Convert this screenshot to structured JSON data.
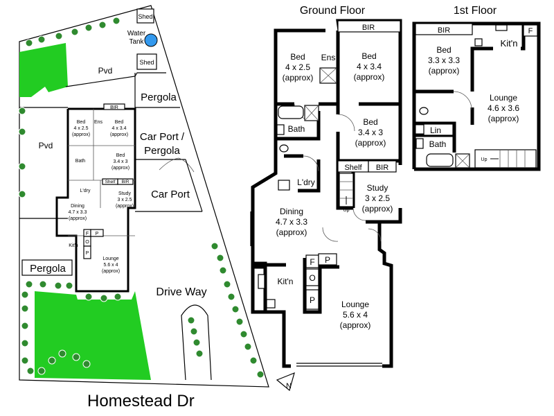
{
  "colors": {
    "lawn": "#22cc22",
    "tank": "#3399ee",
    "shrub": "#2f8a2f",
    "wall": "#000000"
  },
  "headings": {
    "ground_floor": "Ground Floor",
    "first_floor": "1st Floor"
  },
  "site": {
    "street": "Homestead Dr",
    "shed_top": "Shed",
    "shed_mid": "Shed",
    "water_tank_1": "Water",
    "water_tank_2": "Tank",
    "pvd_top": "Pvd",
    "pvd_left": "Pvd",
    "pergola_top": "Pergola",
    "carport_pergola_1": "Car Port /",
    "carport_pergola_2": "Pergola",
    "carport": "Car Port",
    "drive_way": "Drive Way",
    "pergola_bottom": "Pergola",
    "mini": {
      "bed1": [
        "Bed",
        "4 x 2.5",
        "(approx)"
      ],
      "ens": "Ens",
      "bed2": [
        "Bed",
        "4 x 3.4",
        "(approx)"
      ],
      "bir": "BIR",
      "bath": "Bath",
      "bed3": [
        "Bed",
        "3.4 x 3",
        "(approx)"
      ],
      "ldry": "L'dry",
      "shelf": "Shelf",
      "bir2": "BIR",
      "study": [
        "Study",
        "3 x 2.5",
        "(approx)"
      ],
      "dining": [
        "Dining",
        "4.7 x 3.3",
        "(approx)"
      ],
      "kitn": "Kit'n",
      "lounge": [
        "Lounge",
        "5.6 x 4",
        "(approx)"
      ],
      "f": "F",
      "o": "O",
      "p": "P",
      "p2": "P"
    }
  },
  "ground": {
    "bed1": [
      "Bed",
      "4 x 2.5",
      "(approx)"
    ],
    "ens": "Ens",
    "bed2": [
      "Bed",
      "4 x 3.4",
      "(approx)"
    ],
    "bir": "BIR",
    "bath": "Bath",
    "bed3": [
      "Bed",
      "3.4 x 3",
      "(approx)"
    ],
    "ldry": "L'dry",
    "shelf": "Shelf",
    "bir2": "BIR",
    "study": [
      "Study",
      "3 x 2.5",
      "(approx)"
    ],
    "up": "Up",
    "dining": [
      "Dining",
      "4.7 x 3.3",
      "(approx)"
    ],
    "kitn": "Kit'n",
    "f": "F",
    "o": "O",
    "p": "P",
    "p2": "P",
    "lounge": [
      "Lounge",
      "5.6 x 4",
      "(approx)"
    ]
  },
  "first": {
    "bir": "BIR",
    "f": "F",
    "kitn": "Kit'n",
    "bed": [
      "Bed",
      "3.3 x 3.3",
      "(approx)"
    ],
    "lounge": [
      "Lounge",
      "4.6 x 3.6",
      "(approx)"
    ],
    "lin": "Lin",
    "bath": "Bath",
    "up": "Up"
  },
  "north": "N"
}
